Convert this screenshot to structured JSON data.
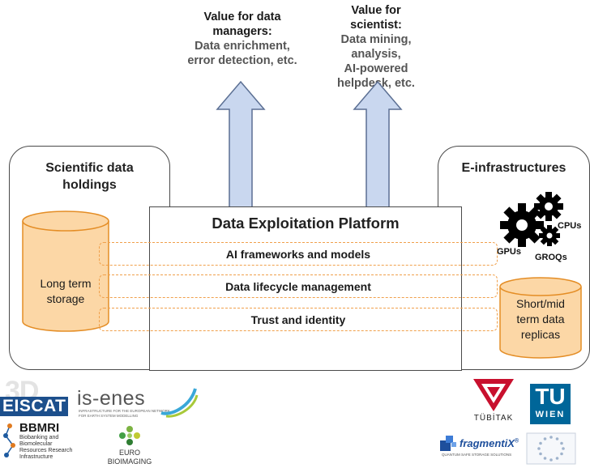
{
  "value_managers": {
    "heading_line1": "Value for data",
    "heading_line2": "managers",
    "heading_colon": ":",
    "detail_line1": "Data enrichment,",
    "detail_line2": "error detection, etc."
  },
  "value_scientist": {
    "heading_line1": "Value for",
    "heading_line2": "scientist",
    "heading_colon": ":",
    "detail_line1": "Data mining,",
    "detail_line2": "analysis,",
    "detail_line3": "AI-powered",
    "detail_line4": "helpdesk, etc."
  },
  "left_box": {
    "title_line1": "Scientific data",
    "title_line2": "holdings",
    "storage_line1": "Long term",
    "storage_line2": "storage"
  },
  "right_box": {
    "title": "E-infrastructures",
    "cpus": "CPUs",
    "gpus": "GPUs",
    "groqs": "GROQs",
    "storage_line1": "Short/mid",
    "storage_line2": "term data",
    "storage_line3": "replicas"
  },
  "platform": {
    "title": "Data Exploitation Platform",
    "layers": [
      "AI frameworks and models",
      "Data lifecycle management",
      "Trust and identity"
    ]
  },
  "logos": {
    "eiscat_3d": "3D",
    "eiscat": "EISCAT",
    "is_enes": "is-enes",
    "is_enes_sub_line1": "INFRASTRUCTURE FOR THE EUROPEAN NETWORK",
    "is_enes_sub_line2": "FOR EARTH SYSTEM MODELLING",
    "bbmri": "BBMRI",
    "bbmri_sub_line1": "Biobanking and",
    "bbmri_sub_line2": "Biomolecular",
    "bbmri_sub_line3": "Resources Research",
    "bbmri_sub_line4": "Infrastructure",
    "euro_line1": "EURO",
    "euro_line2": "BIOIMAGING",
    "tubitak": "TÜBİTAK",
    "tu": "TU",
    "wien": "WIEN",
    "fragmentix": "fragmentiX",
    "fragmentix_reg": "®",
    "fragmentix_sub": "QUANTUM SAFE STORAGE SOLUTIONS"
  },
  "colors": {
    "arrow_fill": "#c9d7ef",
    "arrow_stroke": "#5b6f93",
    "storage_fill": "#fcd7a6",
    "storage_stroke": "#e48d25",
    "layer_border": "#f0a04b",
    "tubitak_red": "#c8102e",
    "tu_blue": "#006699",
    "fragmentix_blue": "#1e4f9c"
  }
}
